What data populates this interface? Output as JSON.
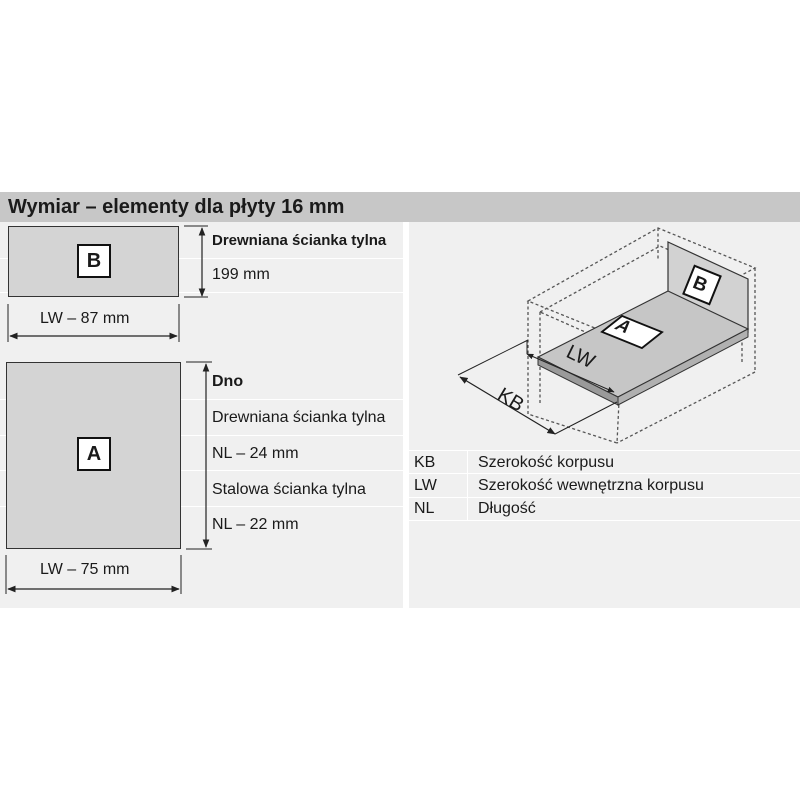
{
  "title": "Wymiar – elementy dla płyty 16 mm",
  "back_panel": {
    "label": "B",
    "heading": "Drewniana ścianka tylna",
    "height": "199 mm",
    "width": "LW – 87 mm"
  },
  "bottom_panel": {
    "label": "A",
    "heading": "Dno",
    "wood_back": "Drewniana ścianka tylna",
    "wood_length": "NL – 24 mm",
    "steel_back": "Stalowa ścianka tylna",
    "steel_length": "NL – 22 mm",
    "width": "LW – 75 mm"
  },
  "iso": {
    "label_a": "A",
    "label_b": "B",
    "label_lw": "LW",
    "label_kb": "KB"
  },
  "legend": [
    {
      "abbr": "KB",
      "desc": "Szerokość korpusu"
    },
    {
      "abbr": "LW",
      "desc": "Szerokość wewnętrzna korpusu"
    },
    {
      "abbr": "NL",
      "desc": "Długość"
    }
  ]
}
